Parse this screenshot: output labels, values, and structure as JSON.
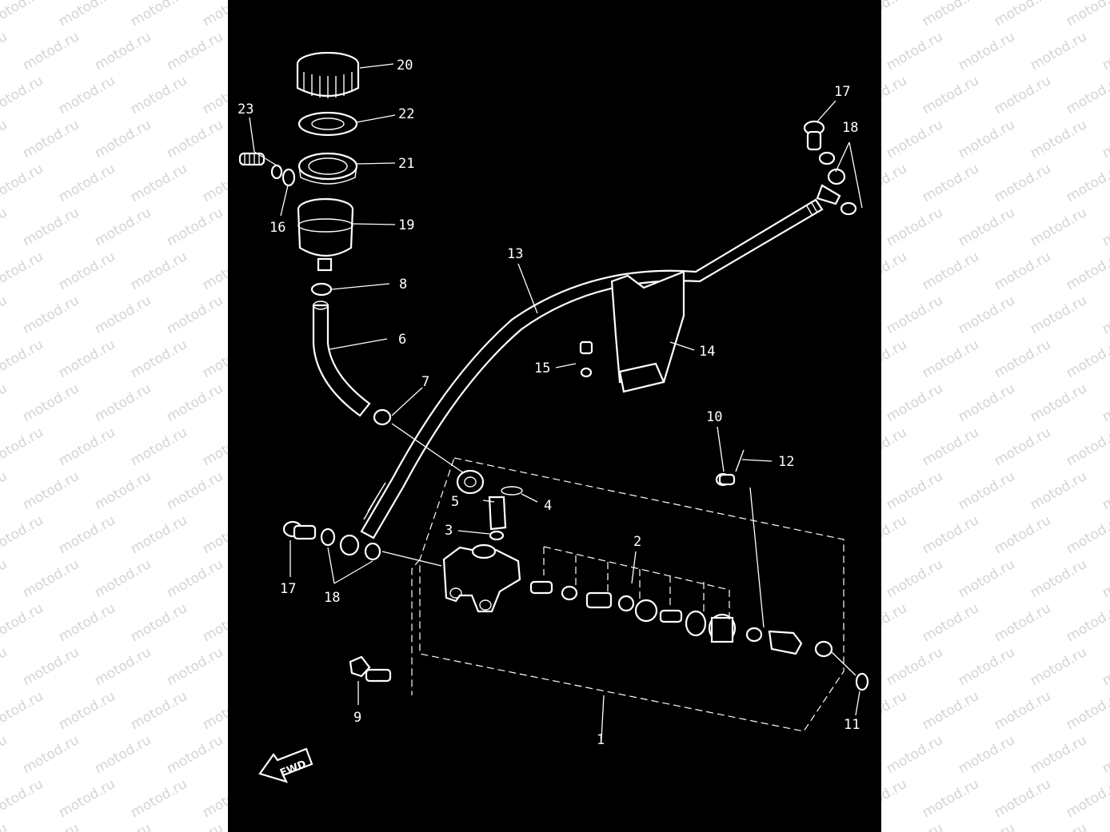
{
  "watermark": {
    "text": "motod.ru"
  },
  "diagram": {
    "colors": {
      "background": "#000000",
      "ink": "#ffffff",
      "watermark": "#d4d4d4",
      "page": "#ffffff"
    },
    "direction_marker": "FWD",
    "callouts": [
      {
        "id": "20",
        "text": "20"
      },
      {
        "id": "22",
        "text": "22"
      },
      {
        "id": "23",
        "text": "23"
      },
      {
        "id": "21",
        "text": "21"
      },
      {
        "id": "16",
        "text": "16"
      },
      {
        "id": "19",
        "text": "19"
      },
      {
        "id": "8",
        "text": "8"
      },
      {
        "id": "6",
        "text": "6"
      },
      {
        "id": "7",
        "text": "7"
      },
      {
        "id": "13",
        "text": "13"
      },
      {
        "id": "14",
        "text": "14"
      },
      {
        "id": "15",
        "text": "15"
      },
      {
        "id": "17-top",
        "text": "17"
      },
      {
        "id": "18-top",
        "text": "18"
      },
      {
        "id": "10",
        "text": "10"
      },
      {
        "id": "12",
        "text": "12"
      },
      {
        "id": "5",
        "text": "5"
      },
      {
        "id": "4",
        "text": "4"
      },
      {
        "id": "3",
        "text": "3"
      },
      {
        "id": "2",
        "text": "2"
      },
      {
        "id": "17-bottom",
        "text": "17"
      },
      {
        "id": "18-bottom",
        "text": "18"
      },
      {
        "id": "9",
        "text": "9"
      },
      {
        "id": "1",
        "text": "1"
      },
      {
        "id": "11",
        "text": "11"
      }
    ]
  }
}
